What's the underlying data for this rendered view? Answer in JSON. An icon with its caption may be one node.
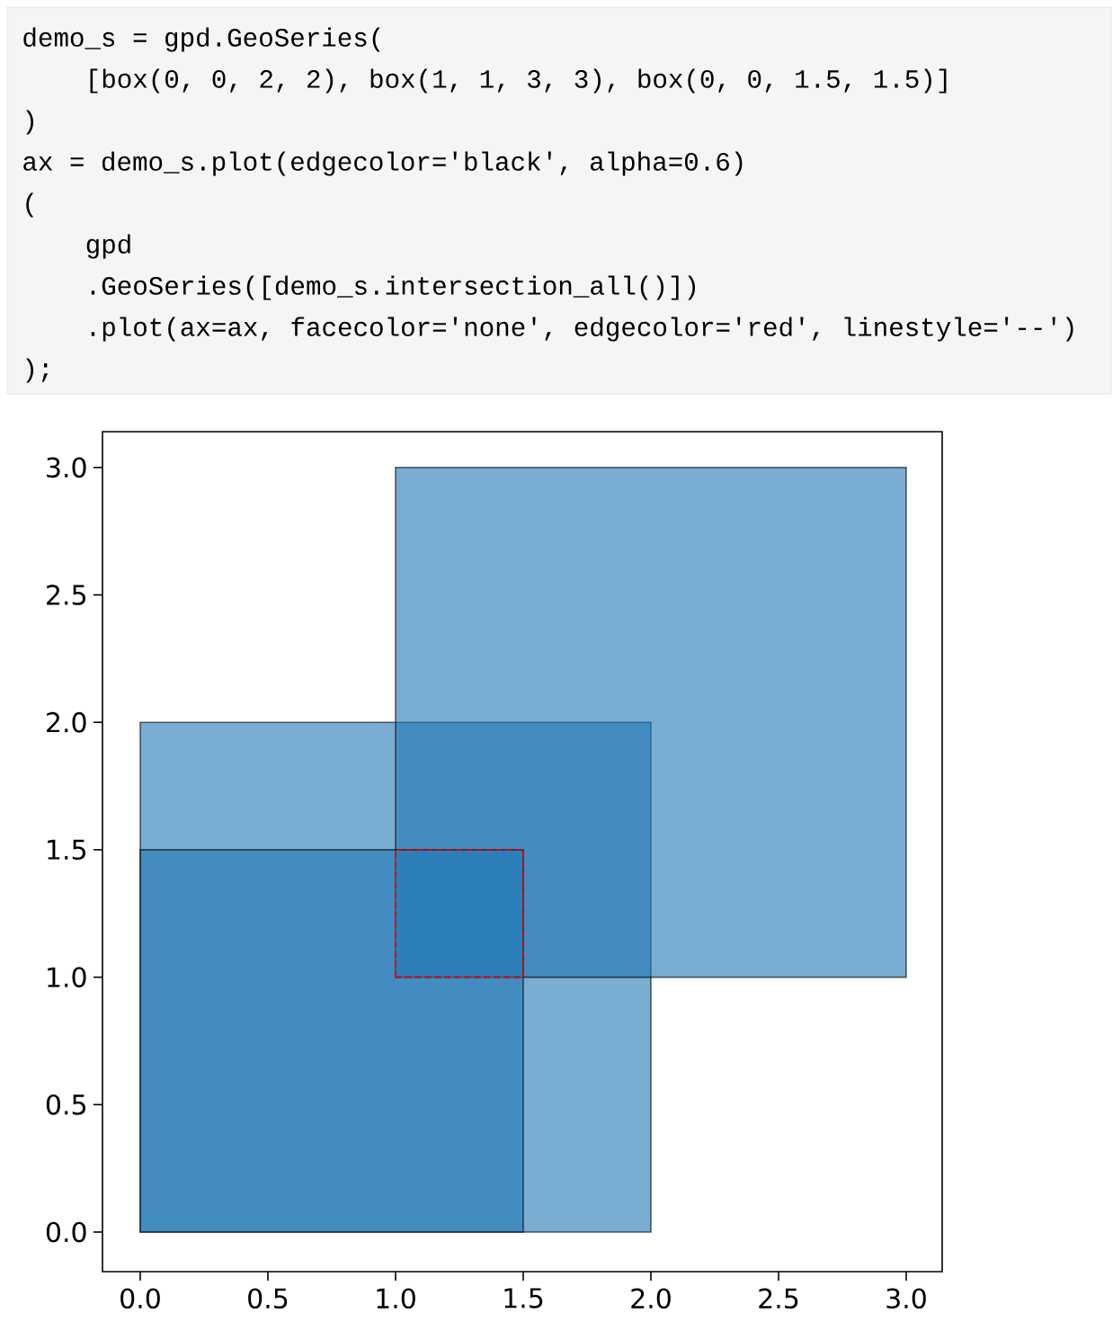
{
  "diagram": {
    "labels": [
      "demo_s = gpd.GeoSeries(",
      "    [box(0, 0, 2, 2), box(1, 1, 3, 3), box(0, 0, 1.5, 1.5)]",
      ")",
      "ax = demo_s.plot(edgecolor='black', alpha=0.6)",
      "(",
      "    gpd",
      "    .GeoSeries([demo_s.intersection_all()])",
      "    .plot(ax=ax, facecolor='none', edgecolor='red', linestyle='--')",
      ");",
      "0.0",
      "0.5",
      "1.0",
      "1.5",
      "2.0",
      "2.5",
      "3.0",
      "0.0",
      "0.5",
      "1.0",
      "1.5",
      "2.0",
      "2.5",
      "3.0"
    ]
  }
}
